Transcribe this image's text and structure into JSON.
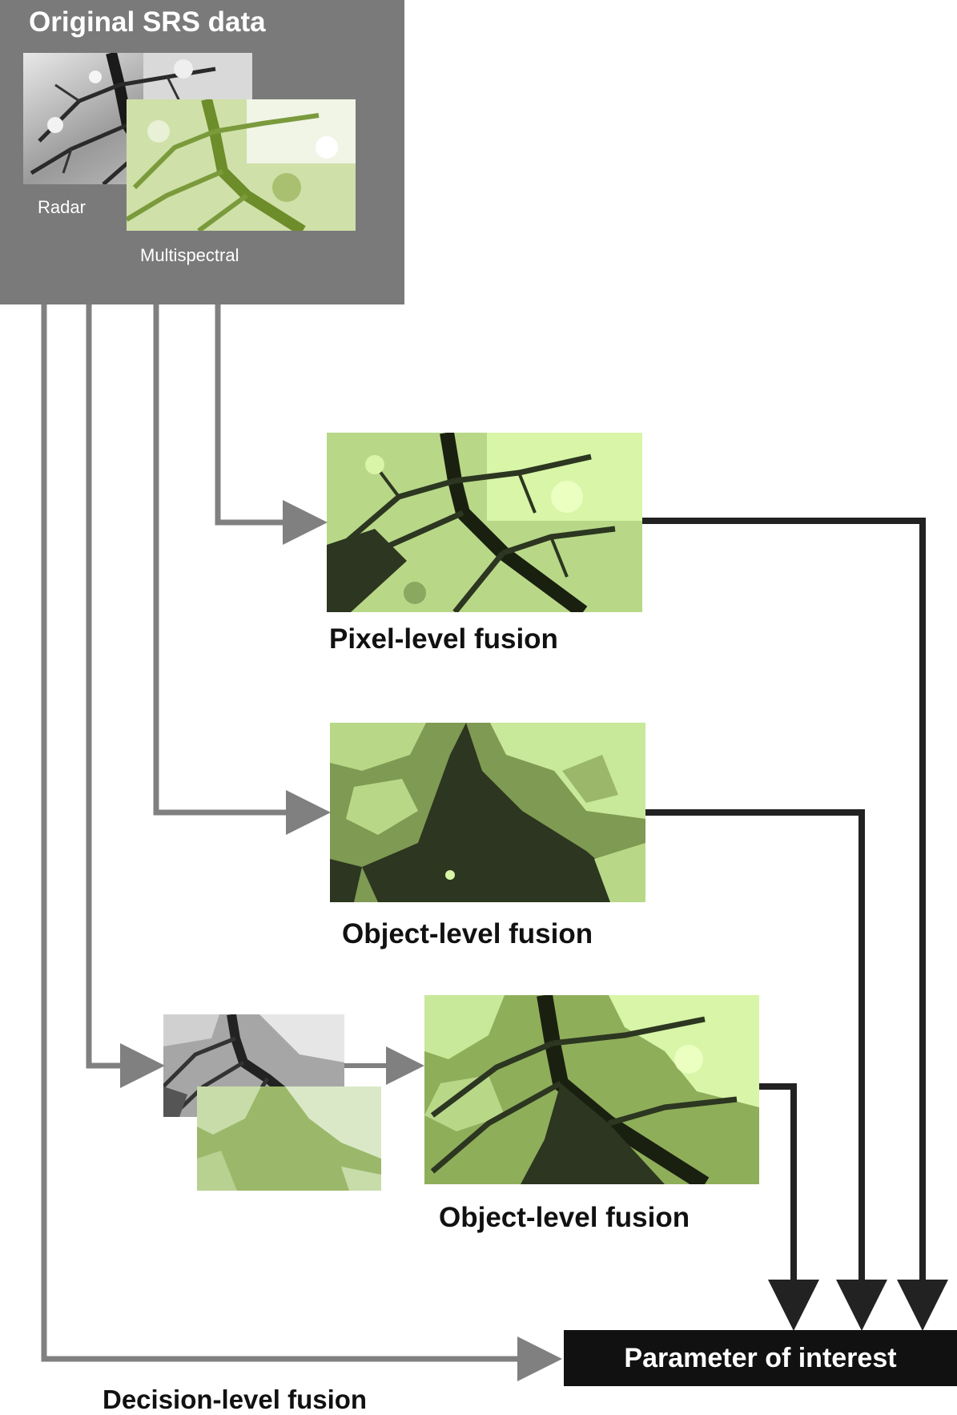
{
  "source_panel": {
    "title": "Original SRS data",
    "radar_label": "Radar",
    "multispectral_label": "Multispectral"
  },
  "fusion_levels": {
    "pixel_label": "Pixel-level fusion",
    "object_label": "Object-level fusion",
    "object_label_2": "Object-level fusion",
    "decision_label": "Decision-level fusion"
  },
  "output": {
    "label": "Parameter of interest"
  },
  "colors": {
    "source_panel_bg": "#7a7a7a",
    "input_arrow": "#808080",
    "output_arrow": "#222222",
    "light_green": "#d8f5a8",
    "mid_green": "#7a9a3c",
    "dark_green": "#2c3620",
    "output_box": "#111111"
  }
}
